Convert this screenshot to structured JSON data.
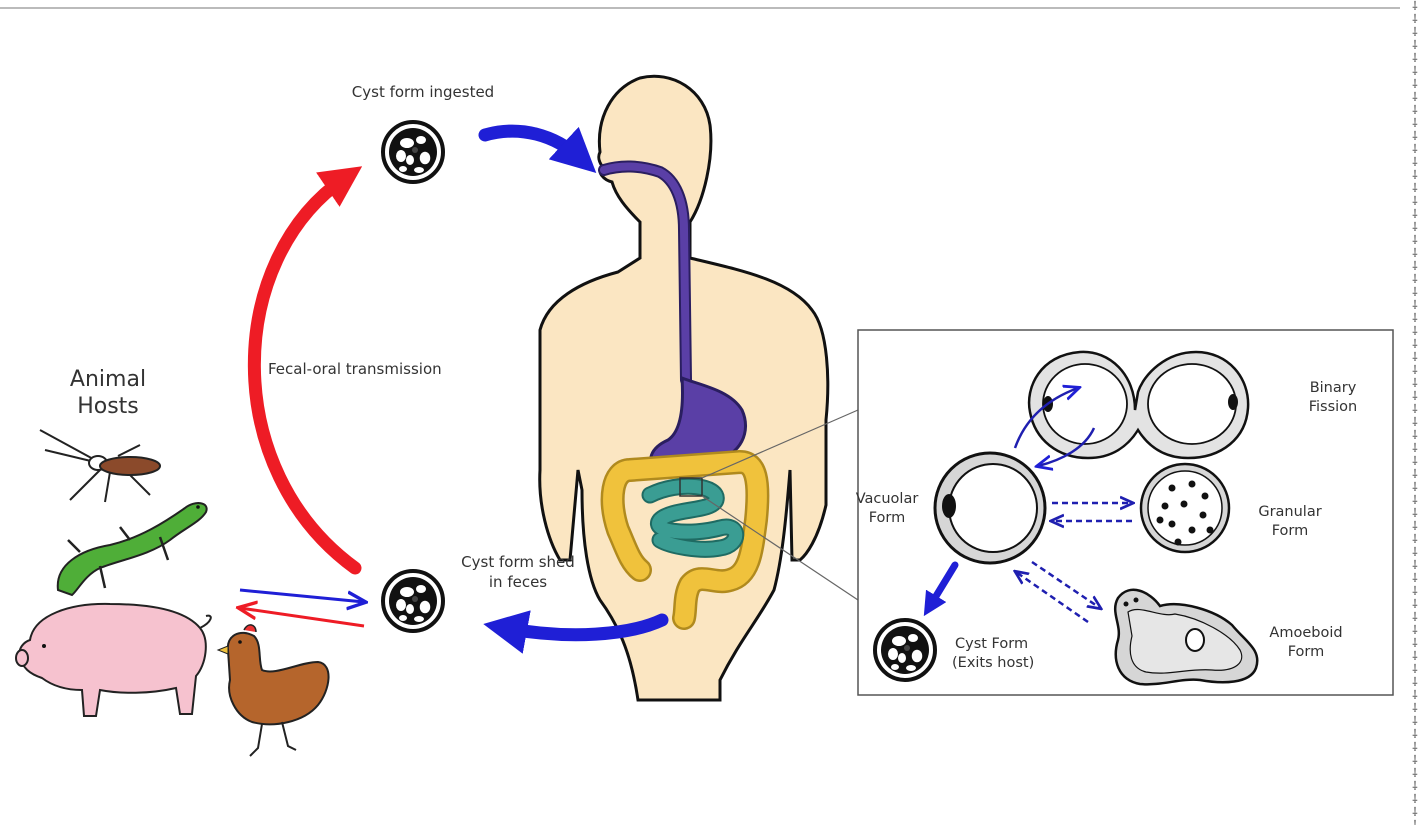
{
  "labels": {
    "animal_hosts_line1": "Animal",
    "animal_hosts_line2": "Hosts",
    "cyst_ingested": "Cyst form ingested",
    "fecal_oral": "Fecal-oral transmission",
    "cyst_shed_line1": "Cyst form shed",
    "cyst_shed_line2": "in feces",
    "binary_fission_line1": "Binary",
    "binary_fission_line2": "Fission",
    "vacuolar_line1": "Vacuolar",
    "vacuolar_line2": "Form",
    "granular_line1": "Granular",
    "granular_line2": "Form",
    "amoeboid_line1": "Amoeboid",
    "amoeboid_line2": "Form",
    "cyst_form_line1": "Cyst Form",
    "cyst_form_line2": "(Exits host)"
  },
  "colors": {
    "red_arrow": "#ee1c25",
    "blue_arrow": "#1f1fd6",
    "skin": "#fbe6c2",
    "digestive_tract": "#5a3fa6",
    "colon": "#f0c23c",
    "small_intestine": "#3a9d93",
    "pig": "#f6c2cf",
    "lizard": "#4fae38",
    "cockroach": "#8b4a2b",
    "chicken": "#b5652c"
  },
  "border_glyph": "⸸"
}
